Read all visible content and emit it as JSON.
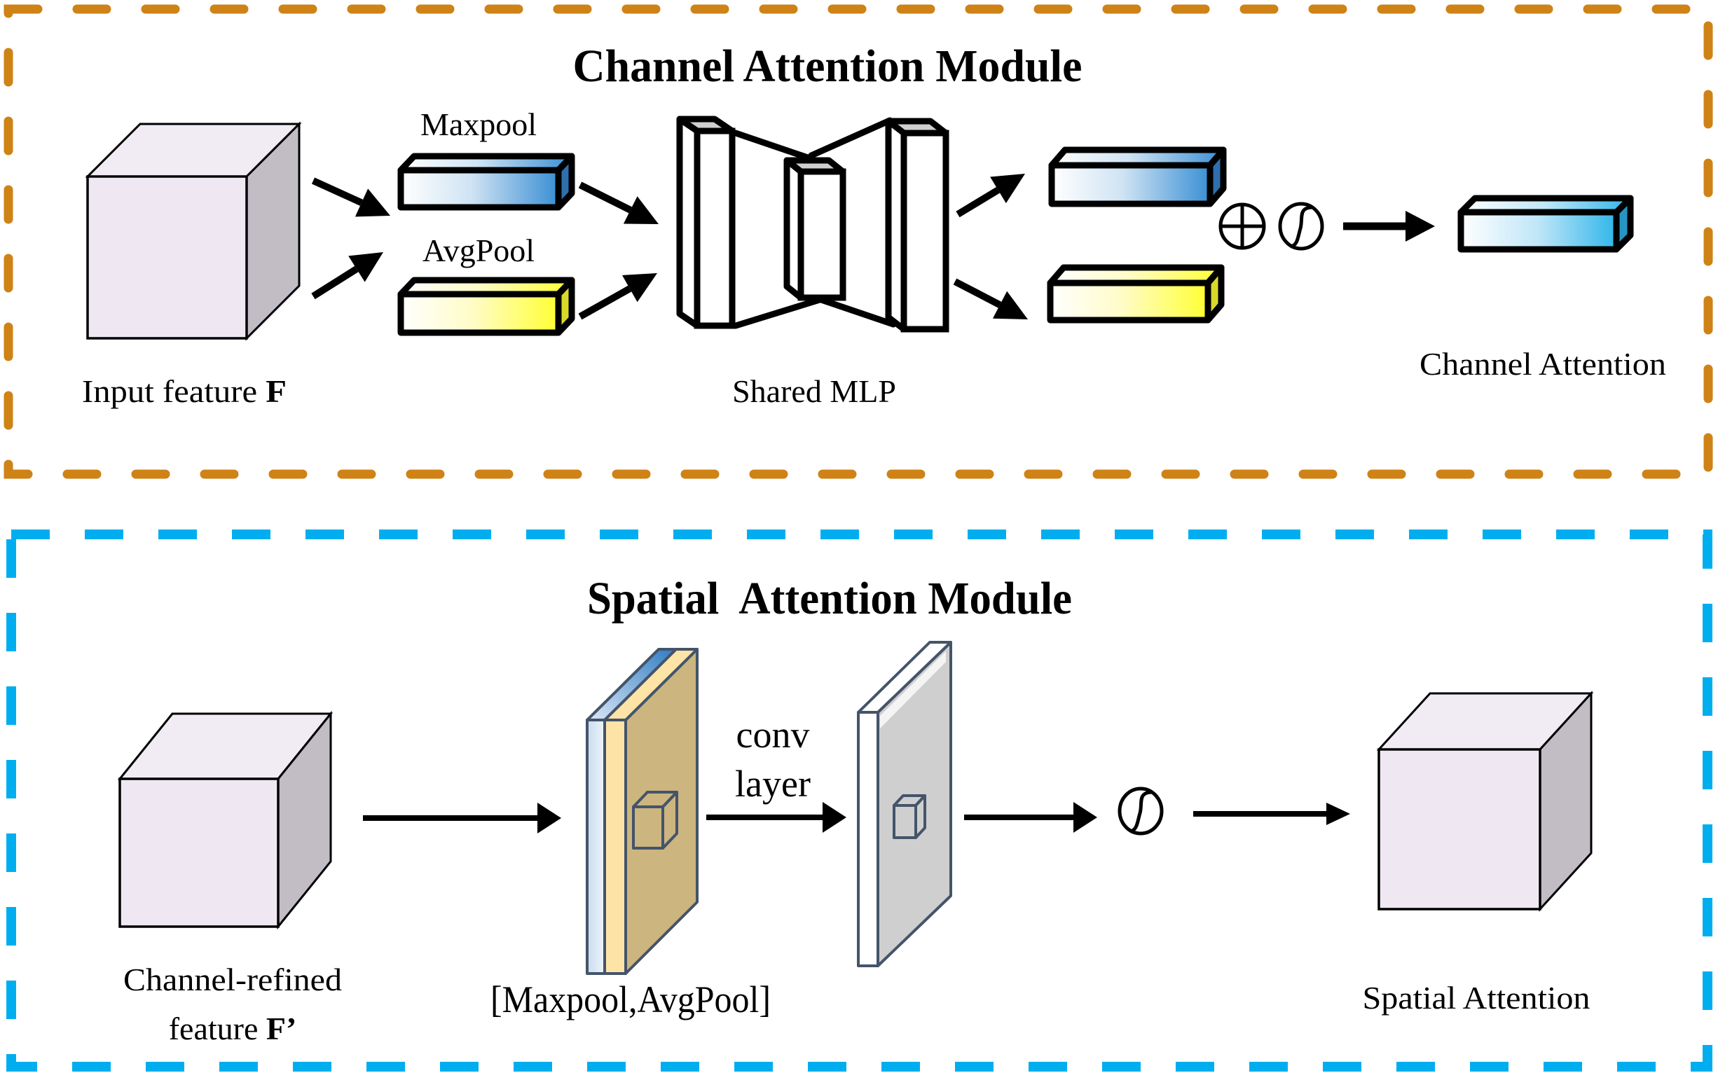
{
  "figure": "CBAM attention block diagram",
  "colors": {
    "channel_border": "#cf8215",
    "spatial_border": "#00aeef",
    "cube_front": "#efe8f3",
    "cube_top": "#f1ebf4",
    "cube_side": "#c2bcc5",
    "max_blue": "#3a8fd4",
    "avg_yellow": "#ffff33",
    "attn_blue": "#2fb6ea",
    "slab_stroke": "#44546a",
    "slab_tan": "#ccb57f",
    "slab_yellow": "#fde4a6",
    "slab_blue": "#5b9bd5",
    "slab_gray": "#cfcfcf"
  },
  "channel_module": {
    "title": "Channel Attention Module",
    "input_label": "Input feature ",
    "input_symbol": "F",
    "maxpool_label": "Maxpool",
    "avgpool_label": "AvgPool",
    "mlp_label": "Shared MLP",
    "sum_symbol": "element-wise-sum",
    "sigmoid_symbol": "sigmoid",
    "output_label": "Channel Attention"
  },
  "spatial_module": {
    "title": "Spatial  Attention Module",
    "input_label_line1": "Channel-refined",
    "input_label_line2": "feature ",
    "input_symbol": "F’",
    "pool_label": "[Maxpool,AvgPool]",
    "conv_label_line1": "conv",
    "conv_label_line2": "layer",
    "sigmoid_symbol": "sigmoid",
    "output_label": "Spatial Attention"
  }
}
